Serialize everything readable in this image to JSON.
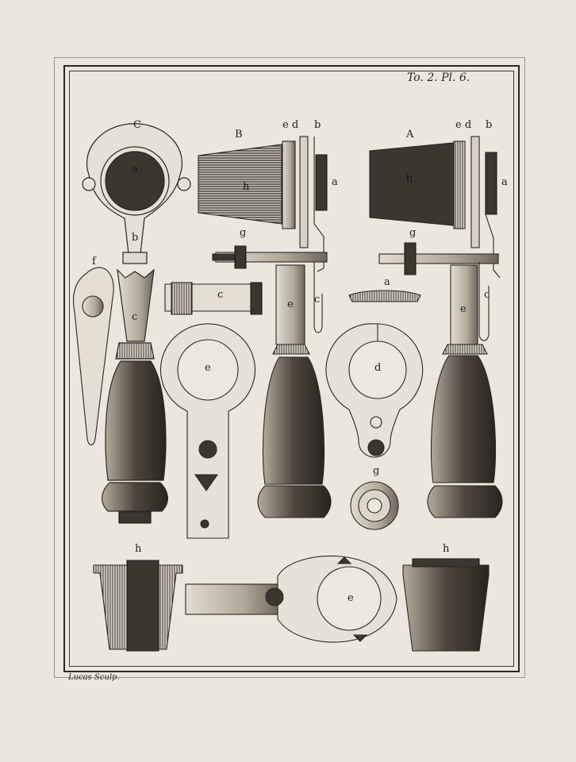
{
  "plate": {
    "number": "To. 2. Pl. 6.",
    "engraver": "Lucas Sculp."
  },
  "labels": {
    "C": "C",
    "B": "B",
    "A": "A",
    "b1": "b",
    "a1": "a",
    "c1": "c",
    "f": "f",
    "ed1": "e d",
    "b2": "b",
    "h1": "h",
    "a2": "a",
    "g1": "g",
    "c2": "c",
    "e1": "e",
    "c3": "c",
    "e2": "e",
    "h2": "h",
    "ed2": "e d",
    "b3": "b",
    "a3": "a",
    "g2": "g",
    "a4": "a",
    "d": "d",
    "e3": "e",
    "c4": "c",
    "g3": "g",
    "h3": "h",
    "e4": "e",
    "h4": "h"
  },
  "colors": {
    "paper": "#ebe7de",
    "ink": "#2a2622",
    "ink_dark": "#1e1b18",
    "ink_mid": "#6a6258"
  }
}
